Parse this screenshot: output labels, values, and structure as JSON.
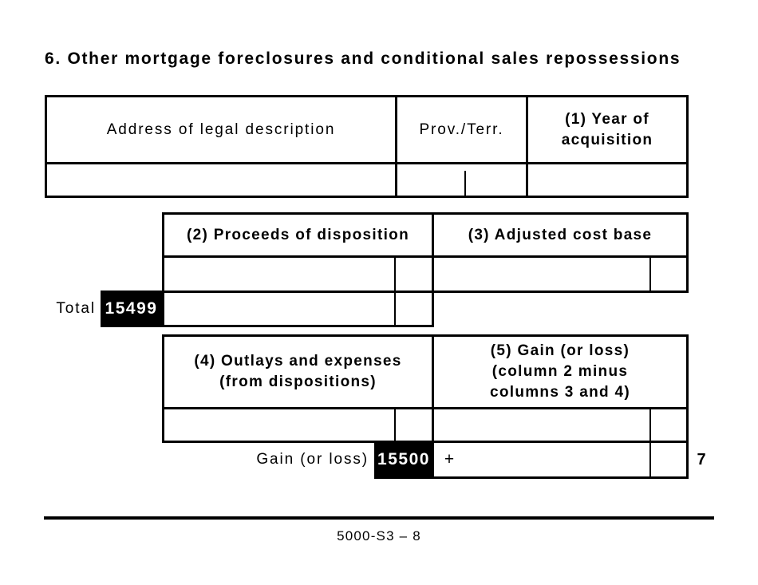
{
  "title": "6. Other mortgage foreclosures and conditional sales repossessions",
  "property_table": {
    "address_header": "Address of legal description",
    "prov_terr_header": "Prov./Terr.",
    "year_header_line1": "(1) Year of",
    "year_header_line2": "acquisition"
  },
  "proceeds_section": {
    "col2_header": "(2) Proceeds of disposition",
    "col3_header": "(3) Adjusted cost base",
    "total_label": "Total",
    "total_line_code": "15499"
  },
  "gain_section": {
    "col4_header_line1": "(4) Outlays and expenses",
    "col4_header_line2": "(from dispositions)",
    "col5_header_line1": "(5) Gain (or loss)",
    "col5_header_line2": "(column 2 minus",
    "col5_header_line3": "columns 3 and 4)",
    "gain_label": "Gain (or loss)",
    "gain_line_code": "15500",
    "plus_sign": "+",
    "line_ref": "7"
  },
  "footer": {
    "page_id": "5000-S3 – 8"
  },
  "colors": {
    "ink": "#000000",
    "paper": "#ffffff",
    "field_code_bg": "#000000",
    "field_code_text": "#ffffff"
  }
}
